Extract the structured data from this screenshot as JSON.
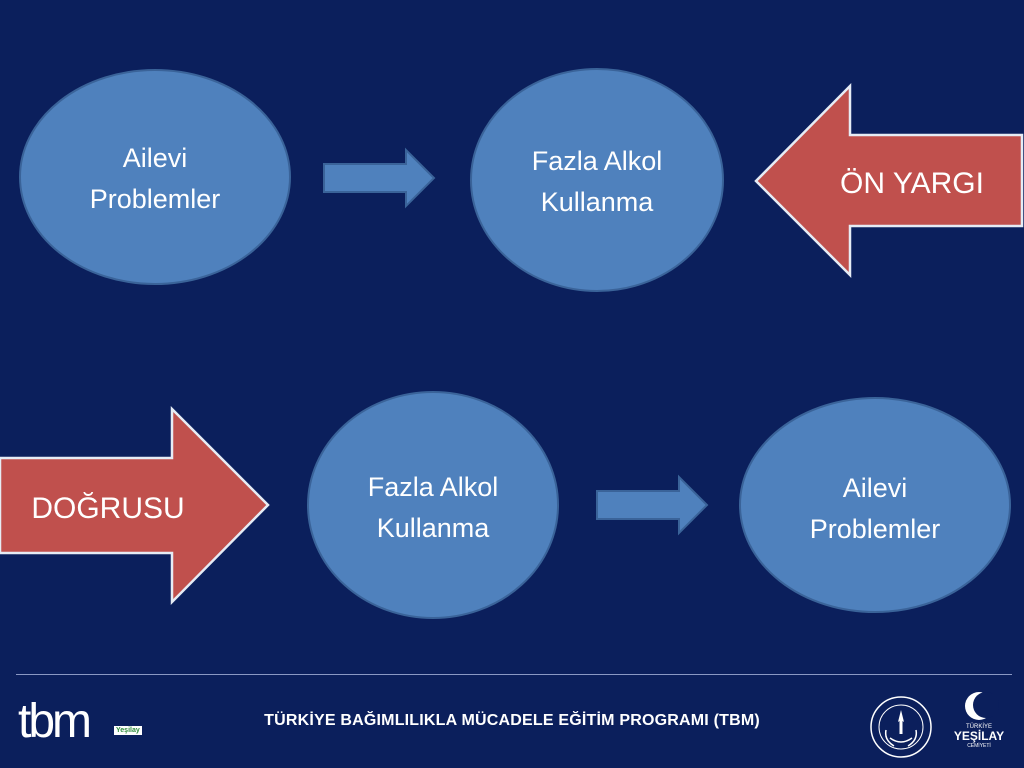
{
  "top_row": {
    "left_circle": [
      "Ailevi",
      "Problemler"
    ],
    "right_circle": [
      "Fazla Alkol",
      "Kullanma"
    ],
    "arrow_label": "ÖN YARGI"
  },
  "bottom_row": {
    "arrow_label": "DOĞRUSU",
    "left_circle": [
      "Fazla Alkol",
      "Kullanma"
    ],
    "right_circle": [
      "Ailevi",
      "Problemler"
    ]
  },
  "footer": {
    "title": "TÜRKİYE BAĞIMLILIKLA MÜCADELE EĞİTİM PROGRAMI (TBM)",
    "tbm_logo": "tbm",
    "tbm_logo_tag": "Yeşilay",
    "yesilay_logo": [
      "TÜRKİYE",
      "YEŞİLAY",
      "CEMİYETİ"
    ]
  },
  "colors": {
    "background": "#0b1f5c",
    "circle_fill": "#4f81bd",
    "circle_stroke": "#3a6399",
    "red_arrow": "#c0504d",
    "red_arrow_stroke": "#e6ecf5"
  }
}
